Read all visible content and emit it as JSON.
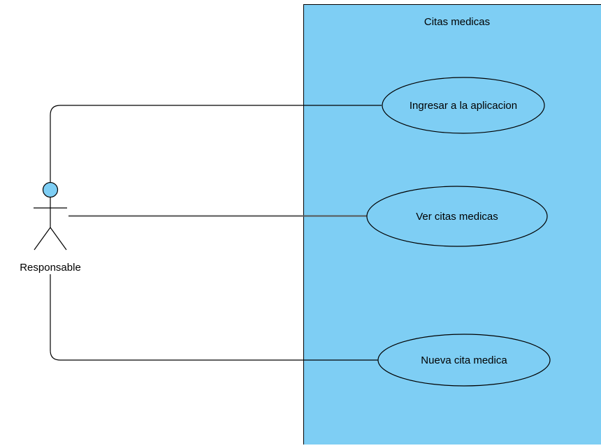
{
  "diagram": {
    "type": "use-case",
    "system": {
      "title": "Citas medicas",
      "fill": "#7ecef4"
    },
    "actor": {
      "label": "Responsable",
      "head_fill": "#7ecef4"
    },
    "use_cases": [
      {
        "label": "Ingresar a la aplicacion"
      },
      {
        "label": "Ver citas medicas"
      },
      {
        "label": "Nueva cita medica"
      }
    ],
    "line_color": "#000000"
  }
}
